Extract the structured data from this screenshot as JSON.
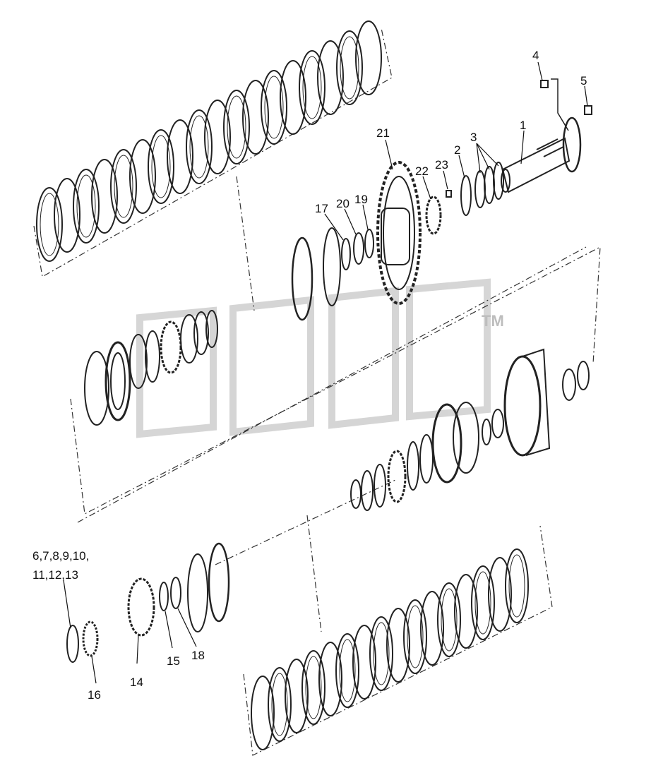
{
  "watermark": {
    "mark": "TM"
  },
  "callouts": {
    "c1": "1",
    "c2": "2",
    "c3": "3",
    "c4": "4",
    "c5": "5",
    "c6_13_line1": "6,7,8,9,10,",
    "c6_13_line2": "11,12,13",
    "c14": "14",
    "c15": "15",
    "c16": "16",
    "c17": "17",
    "c18": "18",
    "c19": "19",
    "c20": "20",
    "c21": "21",
    "c22": "22",
    "c23": "23"
  }
}
